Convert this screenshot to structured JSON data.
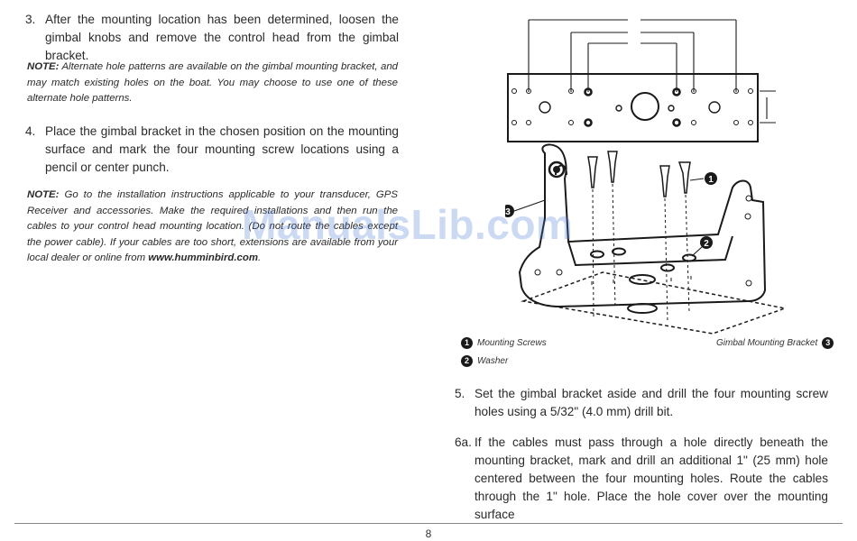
{
  "left": {
    "step3": {
      "num": "3.",
      "text": "After the mounting location has been determined, loosen the gimbal knobs and remove the control head from the gimbal bracket."
    },
    "note1": {
      "label": "NOTE:",
      "text": " Alternate hole patterns are available on the gimbal mounting bracket, and may match existing holes on the boat. You may choose to use one of these alternate hole patterns."
    },
    "step4": {
      "num": "4.",
      "text": "Place the gimbal bracket in the chosen position on the mounting surface and mark the four mounting screw locations using a pencil or center punch."
    },
    "note2": {
      "label": "NOTE:",
      "text": " Go to the installation instructions applicable to your transducer, GPS Receiver and accessories. Make the required installations and then run the cables to your control head mounting location. (Do not route the cables except the power cable). If your cables are too short, extensions are available from your local dealer or online from ",
      "url": "www.humminbird.com",
      "end": "."
    }
  },
  "figure": {
    "callouts": [
      "1",
      "2",
      "3"
    ],
    "captions": [
      {
        "badge": "1",
        "label": "Mounting Screws"
      },
      {
        "badge": "2",
        "label": "Washer"
      },
      {
        "badge": "3",
        "label": "Gimbal Mounting Bracket"
      }
    ]
  },
  "right": {
    "step5": {
      "num": "5.",
      "text": "Set the gimbal bracket aside and drill the four mounting screw holes using a 5/32\" (4.0 mm) drill bit."
    },
    "step6a": {
      "num": "6a.",
      "text": "If the cables must pass through a hole directly beneath the mounting bracket, mark and drill an additional 1\" (25 mm) hole centered between the four mounting holes. Route the cables through the 1\" hole. Place the hole cover over the mounting surface"
    }
  },
  "footer": {
    "page": "8"
  },
  "watermark": "ManualsLib.com"
}
